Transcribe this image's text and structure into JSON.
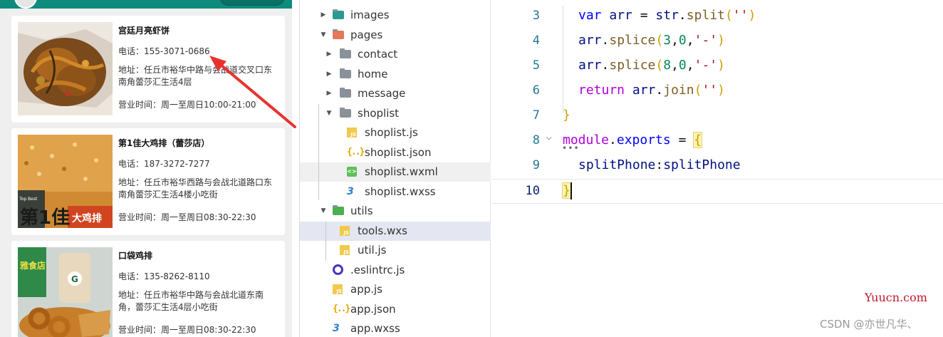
{
  "phone": {
    "shops": [
      {
        "name": "宫廷月亮虾饼",
        "phone": "电话：155-3071-0686",
        "address": "地址：任丘市裕华中路与会战道交叉口东南角蕾莎汇生活4层",
        "hours": "营业时间：周一至周日10:00-21:00"
      },
      {
        "name": "第1佳大鸡排（蕾莎店）",
        "phone": "电话：187-3272-7277",
        "address": "地址：任丘市裕华西路与会战北道路口东南角蕾莎汇生活4楼小吃街",
        "hours": "营业时间：周一至周日08:30-22:30"
      },
      {
        "name": "口袋鸡排",
        "phone": "电话：135-8262-8110",
        "address": "地址：任丘市裕华中路与会战北道东南角，蕾莎汇生活4层小吃街",
        "hours": "营业时间：周一至周日08:30-22:30"
      }
    ],
    "image_texts": {
      "brand_main": "第1佳",
      "brand_badge": "大鸡排",
      "brand_small": "Top Best",
      "third_sign": "雅食店",
      "cup_text": "G"
    }
  },
  "tree": {
    "items": [
      {
        "label": "images",
        "icon": "image-folder-icon"
      },
      {
        "label": "pages",
        "icon": "pages-folder-icon"
      },
      {
        "label": "contact",
        "icon": "folder-icon"
      },
      {
        "label": "home",
        "icon": "folder-icon"
      },
      {
        "label": "message",
        "icon": "folder-icon"
      },
      {
        "label": "shoplist",
        "icon": "folder-open-icon"
      },
      {
        "label": "shoplist.js",
        "icon": "js-file-icon"
      },
      {
        "label": "shoplist.json",
        "icon": "json-file-icon"
      },
      {
        "label": "shoplist.wxml",
        "icon": "wxml-file-icon"
      },
      {
        "label": "shoplist.wxss",
        "icon": "wxss-file-icon"
      },
      {
        "label": "utils",
        "icon": "utils-folder-icon"
      },
      {
        "label": "tools.wxs",
        "icon": "js-file-icon"
      },
      {
        "label": "util.js",
        "icon": "js-file-icon"
      },
      {
        "label": ".eslintrc.js",
        "icon": "eslint-icon"
      },
      {
        "label": "app.js",
        "icon": "js-file-icon"
      },
      {
        "label": "app.json",
        "icon": "json-file-icon"
      },
      {
        "label": "app.wxss",
        "icon": "wxss-file-icon"
      }
    ],
    "icon_glyphs": {
      "js": "JS",
      "json": "{..}",
      "css": "3",
      "wxml": "<>"
    }
  },
  "editor": {
    "line_numbers": [
      "3",
      "4",
      "5",
      "6",
      "7",
      "8",
      "9",
      "10"
    ],
    "tokens": {
      "l3_kw": "var",
      "l3_arr": "arr",
      "l3_eq": "=",
      "l3_str": "str",
      "l3_dot": ".",
      "l3_fn": "split",
      "l3_lp": "(",
      "l3_s": "''",
      "l3_rp": ")",
      "l4_arr": "arr",
      "l4_dot": ".",
      "l4_fn": "splice",
      "l4_lp": "(",
      "l4_n1": "3",
      "l4_c1": ",",
      "l4_n2": "0",
      "l4_c2": ",",
      "l4_s": "'-'",
      "l4_rp": ")",
      "l5_arr": "arr",
      "l5_dot": ".",
      "l5_fn": "splice",
      "l5_lp": "(",
      "l5_n1": "8",
      "l5_c1": ",",
      "l5_n2": "0",
      "l5_c2": ",",
      "l5_s": "'-'",
      "l5_rp": ")",
      "l6_kw": "return",
      "l6_arr": "arr",
      "l6_dot": ".",
      "l6_fn": "join",
      "l6_lp": "(",
      "l6_s": "''",
      "l6_rp": ")",
      "l7_br": "}",
      "l8_mod": "module",
      "l8_dot": ".",
      "l8_exp": "exports",
      "l8_eq": "=",
      "l8_br": "{",
      "l9_key": "splitPhone",
      "l9_colon": ":",
      "l9_val": "splitPhone",
      "l10_br": "}"
    },
    "fold_glyph": "⌵",
    "fold_dots": "•••"
  },
  "watermarks": {
    "site": "Yuucn.com",
    "csdn": "CSDN @亦世凡华、"
  }
}
